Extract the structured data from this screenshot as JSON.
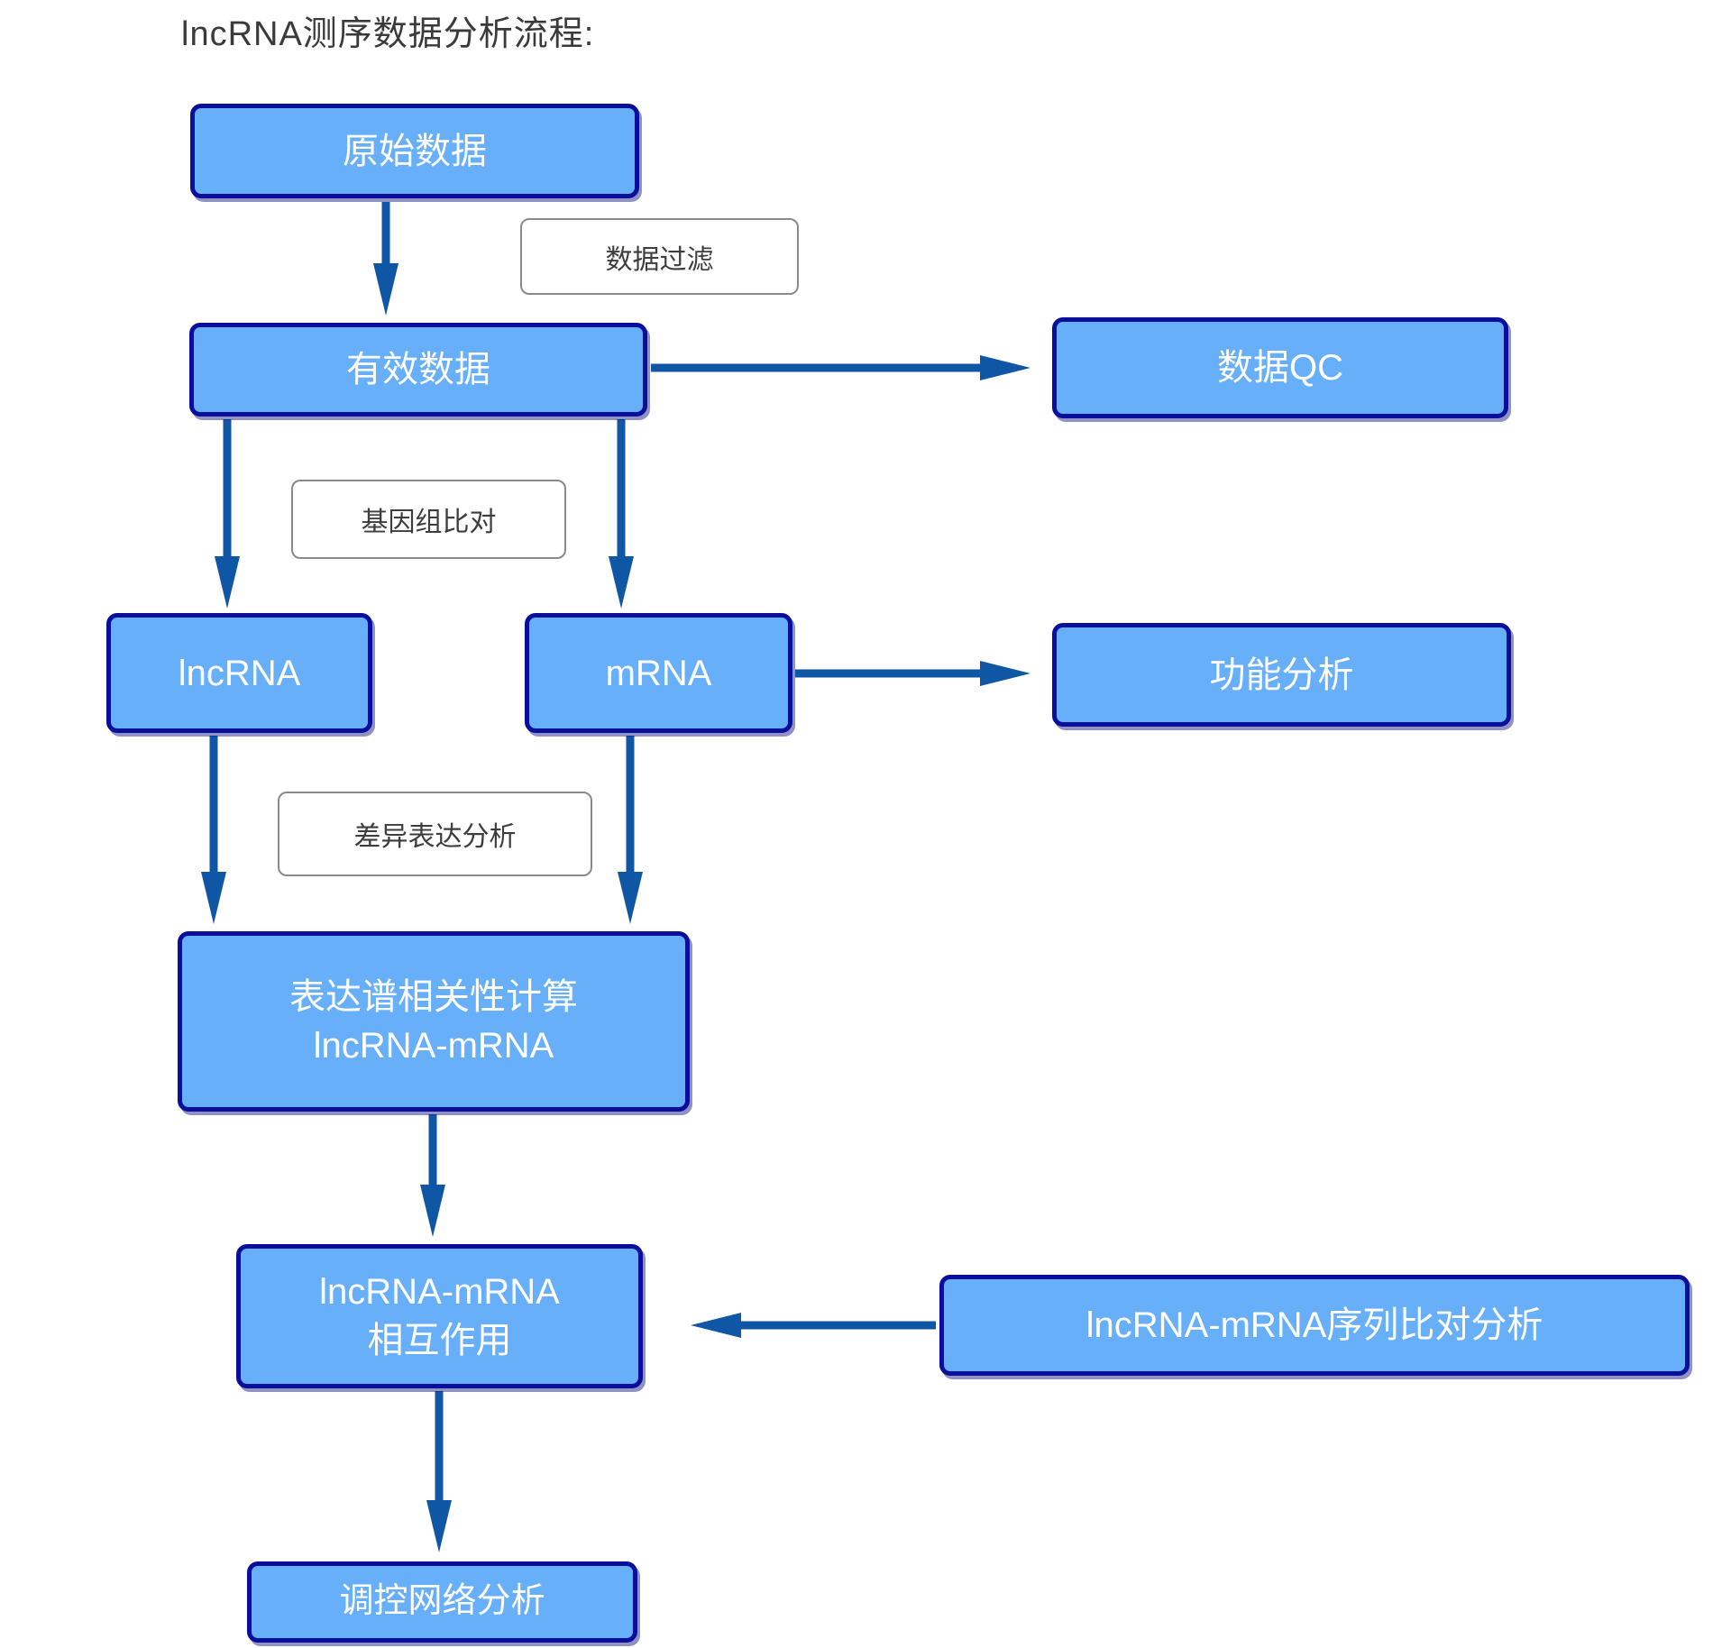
{
  "title": "lncRNA测序数据分析流程:",
  "nodes": {
    "raw_data": {
      "label": "原始数据"
    },
    "valid_data": {
      "label": "有效数据"
    },
    "data_qc": {
      "label": "数据QC"
    },
    "lncrna": {
      "label": "lncRNA"
    },
    "mrna": {
      "label": "mRNA"
    },
    "functional_analysis": {
      "label": "功能分析"
    },
    "expression_correlation": {
      "line1": "表达谱相关性计算",
      "line2": "lncRNA-mRNA"
    },
    "interaction": {
      "line1": "lncRNA-mRNA",
      "line2": "相互作用"
    },
    "sequence_alignment": {
      "label": "lncRNA-mRNA序列比对分析"
    },
    "regulatory_network": {
      "label": "调控网络分析"
    }
  },
  "edge_labels": {
    "data_filter": "数据过滤",
    "genome_alignment": "基因组比对",
    "diff_expression": "差异表达分析"
  },
  "colors": {
    "node_fill": "#68affa",
    "node_border": "#0a0f9b",
    "node_text": "#ffffff",
    "arrow": "#0f57a5",
    "label_border": "#8a8a8a",
    "label_text": "#3d3d3d",
    "title_text": "#3a3a3a",
    "background": "#ffffff"
  }
}
